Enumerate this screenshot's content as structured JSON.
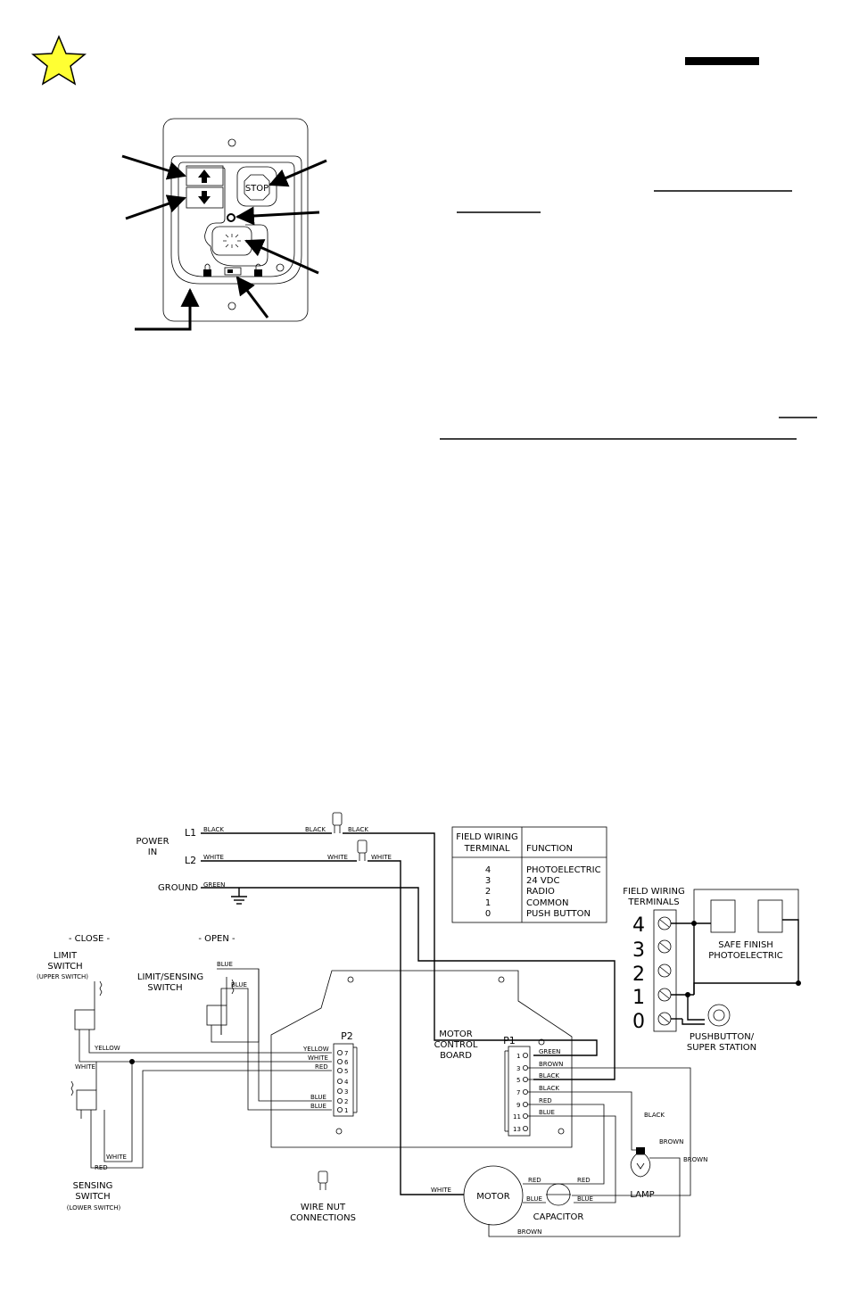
{
  "colors": {
    "star": "#ffff33",
    "ink": "#000000",
    "background": "#ffffff"
  },
  "icons": {
    "star": "star-icon",
    "up": "arrow-up-icon",
    "down": "arrow-down-icon",
    "light": "light-icon",
    "lock": "padlock-icon",
    "unlock": "unlock-icon",
    "ground": "ground-symbol-icon",
    "lamp": "lamp-icon",
    "wire_nut": "wire-nut-icon"
  },
  "control": {
    "stop_label": "STOP"
  },
  "power": {
    "label_line1": "POWER",
    "label_line2": "IN",
    "l1": "L1",
    "l2": "L2",
    "ground": "GROUND",
    "wire_black": "BLACK",
    "wire_white": "WHITE",
    "wire_green": "GREEN"
  },
  "switches": {
    "close": "- CLOSE -",
    "open": "- OPEN -",
    "limit_line1": "LIMIT",
    "limit_line2": "SWITCH",
    "limit_line3": "(UPPER SWITCH)",
    "ls_line1": "LIMIT/SENSING",
    "ls_line2": "SWITCH",
    "sensing_line1": "SENSING",
    "sensing_line2": "SWITCH",
    "sensing_line3": "(LOWER SWITCH)"
  },
  "wires": {
    "yellow": "YELLOW",
    "white": "WHITE",
    "red": "RED",
    "blue": "BLUE",
    "black": "BLACK",
    "brown": "BROWN",
    "green": "GREEN"
  },
  "board": {
    "line1": "MOTOR",
    "line2": "CONTROL",
    "line3": "BOARD",
    "p2": "P2",
    "p1": "P1",
    "p2_pins": [
      "7",
      "6",
      "5",
      "4",
      "3",
      "2",
      "1"
    ],
    "p1_pins": [
      "1",
      "3",
      "5",
      "7",
      "9",
      "11",
      "13"
    ]
  },
  "terminal_table": {
    "header_col1_line1": "FIELD WIRING",
    "header_col1_line2": "TERMINAL",
    "header_col2": "FUNCTION",
    "rows": [
      {
        "terminal": "4",
        "function": "PHOTOELECTRIC"
      },
      {
        "terminal": "3",
        "function": "24 VDC"
      },
      {
        "terminal": "2",
        "function": "RADIO"
      },
      {
        "terminal": "1",
        "function": "COMMON"
      },
      {
        "terminal": "0",
        "function": "PUSH BUTTON"
      }
    ]
  },
  "field": {
    "label_line1": "FIELD WIRING",
    "label_line2": "TERMINALS",
    "numbers": [
      "4",
      "3",
      "2",
      "1",
      "0"
    ],
    "photo_line1": "SAFE FINISH",
    "photo_line2": "PHOTOELECTRIC",
    "pb_line1": "PUSHBUTTON/",
    "pb_line2": "SUPER STATION"
  },
  "components": {
    "motor": "MOTOR",
    "capacitor": "CAPACITOR",
    "lamp": "LAMP",
    "wire_nut_line1": "WIRE NUT",
    "wire_nut_line2": "CONNECTIONS"
  }
}
